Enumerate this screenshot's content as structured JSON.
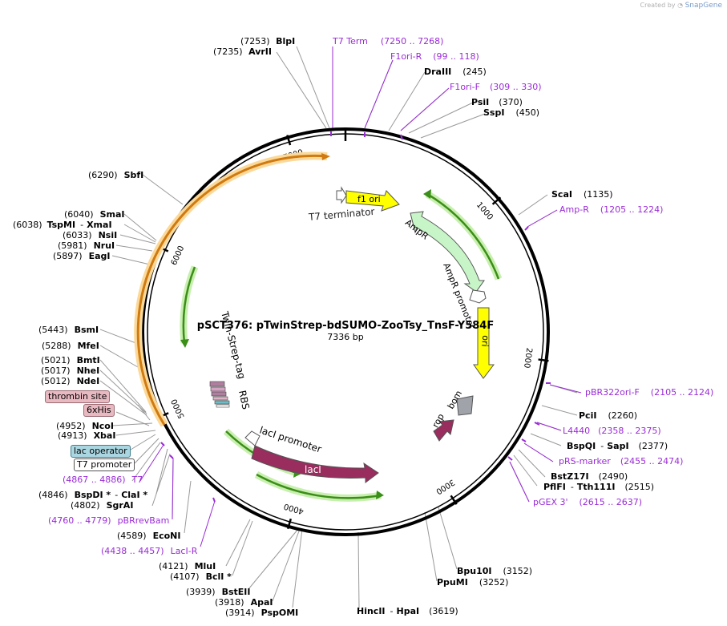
{
  "watermark": {
    "prefix": "Created by",
    "brand": "SnapGene"
  },
  "plasmid": {
    "name": "pSCT376: pTwinStrep-bdSUMO-ZooTsy_TnsF-Y584F",
    "length_label": "7336 bp",
    "length": 7336
  },
  "ticks": [
    "1000",
    "2000",
    "3000",
    "4000",
    "5000",
    "6000",
    "7000"
  ],
  "colors": {
    "enzyme": "#000000",
    "primer": "#9a2bd6",
    "orf": "#f4b25a",
    "green": "#5ab832",
    "yellow": "#ffff00",
    "maroon": "#982d5e",
    "mint": "#c8f5c8"
  },
  "features": {
    "t7_terminator": "T7 terminator",
    "f1_ori": "f1 ori",
    "ampr": "AmpR",
    "ampr_promoter": "AmpR promoter",
    "ori": "ori",
    "bom": "bom",
    "rop": "rop",
    "laci_promoter": "lacI promoter",
    "laci": "lacI",
    "twin_strep": "Twin-Strep-tag",
    "rbs": "RBS"
  },
  "badges": {
    "thrombin": "thrombin site",
    "his": "6xHis",
    "lac_operator": "lac operator",
    "t7_promoter": "T7 promoter"
  },
  "enzymes_top": [
    {
      "pos": "(7253)",
      "name": "BlpI"
    },
    {
      "pos": "(7235)",
      "name": "AvrII"
    }
  ],
  "primers_top": [
    {
      "name": "T7 Term",
      "range": "(7250 .. 7268)"
    },
    {
      "name": "F1ori-R",
      "range": "(99 .. 118)"
    },
    {
      "name": "F1ori-F",
      "range": "(309 .. 330)"
    }
  ],
  "enzymes_right_top": [
    {
      "name": "DraIII",
      "pos": "(245)"
    },
    {
      "name": "PsiI",
      "pos": "(370)"
    },
    {
      "name": "SspI",
      "pos": "(450)"
    }
  ],
  "right_items": [
    {
      "name": "ScaI",
      "pos": "(1135)"
    },
    {
      "primer": "Amp-R",
      "range": "(1205 .. 1224)"
    },
    {
      "primer": "pBR322ori-F",
      "range": "(2105 .. 2124)"
    },
    {
      "name": "PciI",
      "pos": "(2260)"
    },
    {
      "primer": "L4440",
      "range": "(2358 .. 2375)"
    },
    {
      "name": "BspQI",
      "sep": "-",
      "name2": "SapI",
      "pos": "(2377)"
    },
    {
      "primer": "pRS-marker",
      "range": "(2455 .. 2474)"
    },
    {
      "name": "BstZ17I",
      "pos": "(2490)"
    },
    {
      "name": "PflFI",
      "sep": "-",
      "name2": "Tth111I",
      "pos": "(2515)"
    },
    {
      "primer": "pGEX 3'",
      "range": "(2615 .. 2637)"
    }
  ],
  "bottom_right": [
    {
      "name": "Bpu10I",
      "pos": "(3152)"
    },
    {
      "name": "PpuMI",
      "pos": "(3252)"
    },
    {
      "name": "HincII",
      "sep": "-",
      "name2": "HpaI",
      "pos": "(3619)"
    }
  ],
  "left_items": {
    "sbfi": {
      "pos": "(6290)",
      "name": "SbfI"
    },
    "smai": {
      "pos": "(6040)",
      "name": "SmaI"
    },
    "tspmi": {
      "pos": "(6038)",
      "name": "TspMI",
      "sep": "-",
      "name2": "XmaI"
    },
    "nsii": {
      "pos": "(6033)",
      "name": "NsiI"
    },
    "nrui": {
      "pos": "(5981)",
      "name": "NruI"
    },
    "eagi": {
      "pos": "(5897)",
      "name": "EagI"
    },
    "bsmi": {
      "pos": "(5443)",
      "name": "BsmI"
    },
    "mfei": {
      "pos": "(5288)",
      "name": "MfeI"
    },
    "bmti": {
      "pos": "(5021)",
      "name": "BmtI"
    },
    "nhei": {
      "pos": "(5017)",
      "name": "NheI"
    },
    "ndei": {
      "pos": "(5012)",
      "name": "NdeI"
    },
    "ncoi": {
      "pos": "(4952)",
      "name": "NcoI"
    },
    "xbai": {
      "pos": "(4913)",
      "name": "XbaI"
    },
    "t7": {
      "range": "(4867 .. 4886)",
      "primer": "T7"
    },
    "bspdi": {
      "pos": "(4846)",
      "name": "BspDI *",
      "sep": "-",
      "name2": "ClaI *"
    },
    "sgrai": {
      "pos": "(4802)",
      "name": "SgrAI"
    },
    "pbrrevbam": {
      "range": "(4760 .. 4779)",
      "primer": "pBRrevBam"
    },
    "econi": {
      "pos": "(4589)",
      "name": "EcoNI"
    },
    "lacir": {
      "range": "(4438 .. 4457)",
      "primer": "LacI-R"
    },
    "mlui": {
      "pos": "(4121)",
      "name": "MluI"
    },
    "bcli": {
      "pos": "(4107)",
      "name": "BclI *"
    },
    "bsteii": {
      "pos": "(3939)",
      "name": "BstEII"
    },
    "apai": {
      "pos": "(3918)",
      "name": "ApaI"
    },
    "pspomi": {
      "pos": "(3914)",
      "name": "PspOMI"
    }
  }
}
